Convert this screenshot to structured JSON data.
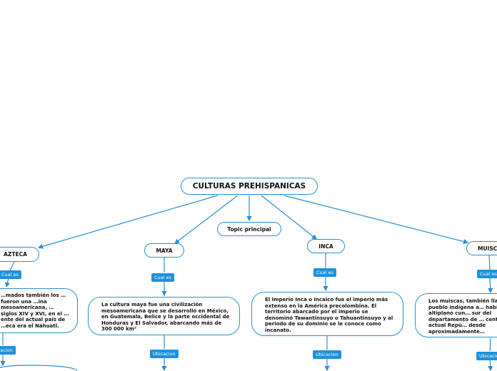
{
  "root": {
    "label": "CULTURAS PREHISPANICAS"
  },
  "topic": {
    "label": "Topic principal"
  },
  "cultures": [
    {
      "name": "AZTECA",
      "link1": "Cual es",
      "link2": "Ubicacion",
      "description": "…mados también los … fueron una …ina mesoamericana, …siglos XIV y XVI, en el …ente del actual país de …eca era el Náhuatl."
    },
    {
      "name": "MAYA",
      "link1": "Cual es",
      "link2": "Ubicacion",
      "description": "La cultura maya fue una civilización mesoamericana que se desarrolló en México, en Guatemala, Belice y la parte occidental de Honduras y El Salvador, abarcando más de 300 000 km²"
    },
    {
      "name": "INCA",
      "link1": "Cual es",
      "link2": "Ubicacion",
      "description": "El Imperio Inca o incaico fue el imperio más extenso en la América precolombina. El territorio abarcado por el imperio se denominó Tawantinsuyo o Tahuantinsuyo y al periodo de su dominio se le conoce como incanato."
    },
    {
      "name": "MUISCA",
      "link1": "Cual es",
      "link2": "Ubicacion",
      "description": "Los muiscas, también lla… son un pueblo indígena a… habitado el altiplano cun… sur del departamento de … centro de la actual Repú… desde aproximadamente…"
    }
  ],
  "colors": {
    "line": "#2a8fd6",
    "tag": "#1e90dc"
  }
}
